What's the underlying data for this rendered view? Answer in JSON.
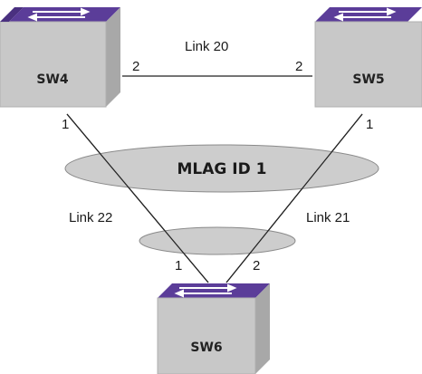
{
  "switches": [
    {
      "id": "sw4",
      "name": "SW4"
    },
    {
      "id": "sw5",
      "name": "SW5"
    },
    {
      "id": "sw6",
      "name": "SW6"
    }
  ],
  "links": [
    {
      "id": "link20",
      "label": "Link 20",
      "from_port": "2",
      "to_port": "2"
    },
    {
      "id": "link22",
      "label": "Link 22",
      "from_port": "1",
      "to_port": "1"
    },
    {
      "id": "link21",
      "label": "Link 21",
      "from_port": "1",
      "to_port": "2"
    }
  ],
  "mlag": {
    "label": "MLAG ID 1"
  },
  "colors": {
    "switch_top": "#5b3d99",
    "switch_body": "#c8c8c8",
    "switch_side": "#a8a8a8",
    "ellipse_fill": "#c4c4c4",
    "ellipse_stroke": "#8a8a8a",
    "line": "#222222"
  }
}
